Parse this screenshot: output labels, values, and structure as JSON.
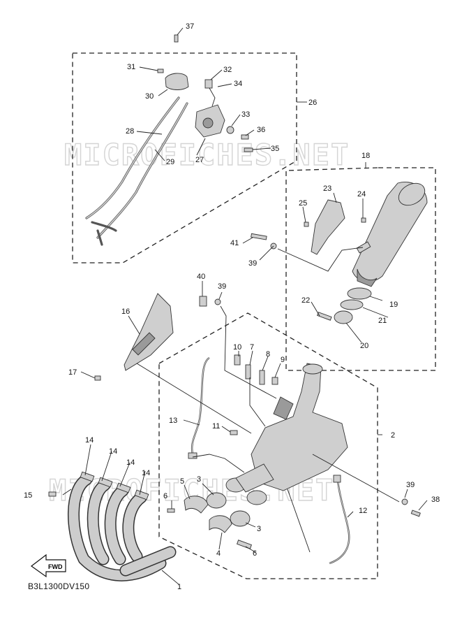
{
  "watermark": "MICROFICHES.NET",
  "diagram_code": "B3L1300DV150",
  "fwd_label": "FWD",
  "callouts": {
    "c1": "1",
    "c2": "2",
    "c3a": "3",
    "c3b": "3",
    "c4": "4",
    "c5": "5",
    "c6a": "6",
    "c6b": "6",
    "c7": "7",
    "c8": "8",
    "c9": "9",
    "c10": "10",
    "c11": "11",
    "c12": "12",
    "c13": "13",
    "c14a": "14",
    "c14b": "14",
    "c14c": "14",
    "c14d": "14",
    "c15": "15",
    "c16": "16",
    "c17": "17",
    "c18": "18",
    "c19": "19",
    "c20": "20",
    "c21": "21",
    "c22": "22",
    "c23": "23",
    "c24": "24",
    "c25": "25",
    "c26": "26",
    "c27": "27",
    "c28": "28",
    "c29": "29",
    "c30": "30",
    "c31": "31",
    "c32": "32",
    "c33": "33",
    "c34": "34",
    "c35": "35",
    "c36": "36",
    "c37": "37",
    "c38": "38",
    "c39a": "39",
    "c39b": "39",
    "c39c": "39",
    "c40": "40",
    "c41": "41"
  }
}
